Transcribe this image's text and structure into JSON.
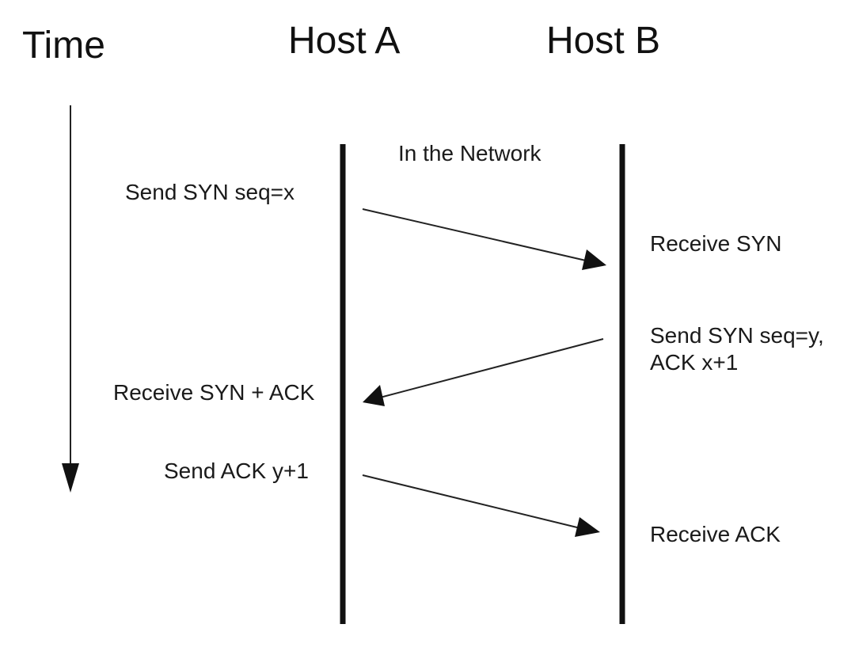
{
  "headers": {
    "time": "Time",
    "host_a": "Host A",
    "host_b": "Host B"
  },
  "network_label": "In the Network",
  "host_a_events": {
    "send_syn": "Send SYN seq=x",
    "receive_syn_ack": "Receive SYN + ACK",
    "send_ack": "Send ACK y+1"
  },
  "host_b_events": {
    "receive_syn": "Receive SYN",
    "send_syn_line1": "Send SYN seq=y,",
    "send_syn_line2": "ACK x+1",
    "receive_ack": "Receive ACK"
  },
  "colors": {
    "line": "#111111",
    "text": "#1a1a1a",
    "background": "#ffffff"
  }
}
